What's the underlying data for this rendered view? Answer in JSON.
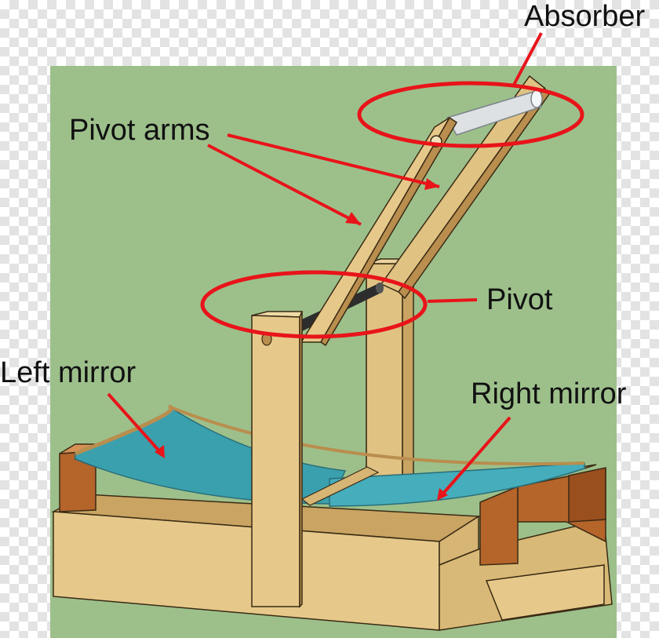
{
  "labels": {
    "absorber": "Absorber",
    "pivot_arms": "Pivot arms",
    "pivot": "Pivot",
    "left_mirror": "Left mirror",
    "right_mirror": "Right mirror"
  },
  "colors": {
    "background": "#9dc08b",
    "wood_light": "#e6c98a",
    "wood_mid": "#d6b575",
    "wood_dark": "#b98e4e",
    "wood_block": "#b5642a",
    "mirror": "#3aa0ae",
    "rod": "#2d2d2d",
    "absorber_tube": "#dde1e4",
    "annotation": "#e8141a",
    "outline": "#3a2a14"
  }
}
